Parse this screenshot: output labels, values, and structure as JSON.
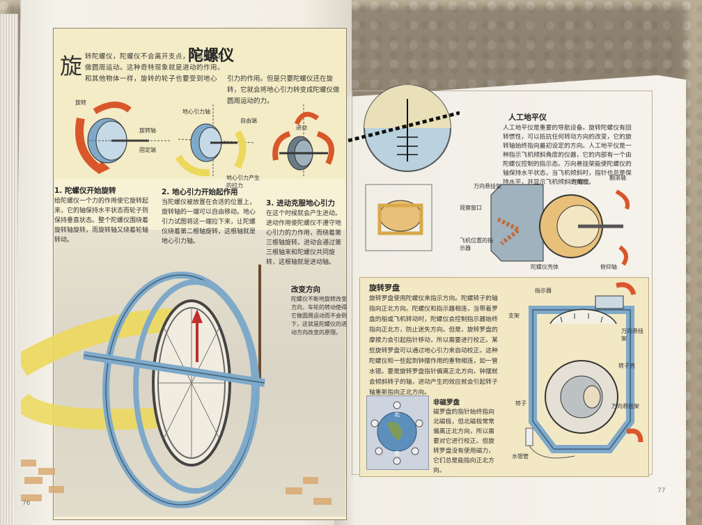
{
  "left_page": {
    "title": "陀螺仪",
    "big_char": "旋",
    "intro_1": "转陀螺仪，陀螺仪不会离开支点，而是绕着它做圆周运动。这种奇特现象就是进动的作用。和其他物体一样，旋转的轮子也要受到地心",
    "intro_2": "引力的作用。但是只要陀螺仪还在旋转，它就会将地心引力转变成陀螺仪做圆周运动的力。",
    "diagram_labels": [
      "旋转",
      "旋转轴",
      "固定端",
      "地心引力轴",
      "自由端",
      "地心引力产生的拉力",
      "进动"
    ],
    "steps": [
      {
        "title": "1. 陀螺仪开始旋转",
        "body": "给陀螺仪一个力的作用使它旋转起来，它的轴保持水平状态而轮子则保持垂直状态。整个陀螺仪围绕着旋转轴旋转，而旋转轴又绕着轮轴转动。"
      },
      {
        "title": "2. 地心引力开始起作用",
        "body": "当陀螺仪被放置在合适的位置上，旋转轴的一端可以自由移动。地心引力试图将这一端拉下来，让陀螺仪绕着第二根轴旋转，这根轴就是地心引力轴。"
      },
      {
        "title": "3. 进动克服地心引力",
        "body": "在这个时候就会产生进动。进动作用使陀螺仪不遵守地心引力的力作用，而绕着第三根轴旋转。进动会通过第三根轴来和陀螺仪共同旋转，这根轴就是进动轴。"
      }
    ],
    "change_direction_title": "改变方向",
    "change_direction_body": "陀螺仪不断地旋转改变方向，车轮的转动使得它做圆周运动而不会倒下，这就是陀螺仪的进动方向改变的原理。",
    "page_number": "76"
  },
  "right_page": {
    "horizon_title": "人工地平仪",
    "horizon_text": "人工地平仪是重要的导航设备。旋转陀螺仪有回转惯性，可以抵抗任何转动方向的改变，它的旋转轴始终指向最初设定的方向。人工地平仪是一种指示飞机倾斜角度的仪器，它的内部有一个由陀螺仪控制的指示态。万向悬挂架能使陀螺仪的轴保持水平状态，当飞机倾斜时，指针也总是保持水平，并显示飞机倾斜的角度。",
    "horizon_labels": [
      "万向悬挂架",
      "陀螺仪",
      "翻滚轴",
      "观察窗口",
      "飞机位置的指示器",
      "陀螺仪壳体",
      "俯仰轴"
    ],
    "compass_title": "旋转罗盘",
    "compass_text": "旋转罗盘使用陀螺仪来指示方向。陀螺转子的轴指向正北方向。陀螺仪和指示器相连，当带着罗盘的船或飞机转动时，陀螺仪会控制指示器始终指向正北方，防止迷失方向。但是，旋转罗盘的摩擦力会引起指针移动，所以需要进行校正。某些旋转罗盘可以通过地心引力来自动校正。这种陀螺仪和一些起到钟摆作用的重物相连，如一管水银。要是旋转罗盘指针偏离正北方向，钟摆就会倾斜转子的轴，进动产生的效应就会引起转子轴重新指向正北方向。",
    "compass_labels": [
      "指示器",
      "支架",
      "万向悬挂架",
      "转子壳",
      "转子",
      "万向悬挂架",
      "水银管"
    ],
    "mag_title": "非磁罗盘",
    "mag_text": "磁罗盘的指针始终指向北磁极，但北磁极常常偏离正北方向，所以需要对它进行校正。但旋转罗盘没有使用磁力，它们总是能指向正北方向。",
    "mag_labels": [
      "北",
      "南"
    ],
    "page_number": "77"
  },
  "colors": {
    "left_panel": "#f4ecc6",
    "compass_panel": "#f3e8c4",
    "gyro_blue": "#7fa9c9",
    "arrow_orange": "#d9572b",
    "arrow_yellow": "#ecd85b"
  }
}
